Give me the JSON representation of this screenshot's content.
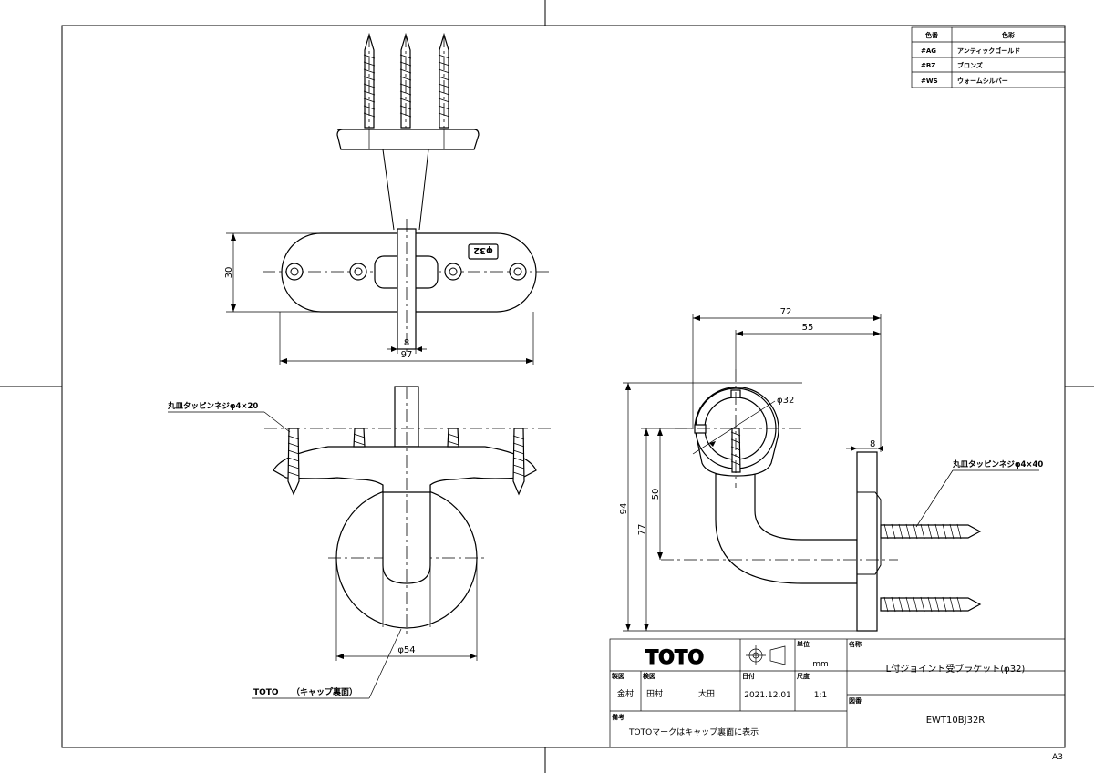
{
  "color_table": {
    "headers": [
      "色番",
      "色彩"
    ],
    "rows": [
      {
        "code": "#AG",
        "name": "アンティックゴールド"
      },
      {
        "code": "#BZ",
        "name": "ブロンズ"
      },
      {
        "code": "#WS",
        "name": "ウォームシルバー"
      }
    ]
  },
  "views": {
    "top": {
      "diameter_label": "φ32",
      "dims": {
        "height": "30",
        "width": "97",
        "slot": "8"
      }
    },
    "front": {
      "screw_callout": "丸皿タッピンネジφ4×20",
      "dims": {
        "base_diameter": "φ54"
      },
      "mark_callout": "（キャップ裏面）",
      "mark_logo": "TOTO"
    },
    "side": {
      "screw_callout": "丸皿タッピンネジφ4×40",
      "dims": {
        "w72": "72",
        "w55": "55",
        "dia": "φ32",
        "plate": "8",
        "h94": "94",
        "h77": "77",
        "h50": "50"
      }
    }
  },
  "title_block": {
    "logo": "TOTO",
    "unit_label": "単位",
    "unit": "mm",
    "name_label": "名称",
    "product_name": "L付ジョイント受ブラケット(φ32)",
    "drafter_label": "製図",
    "drafter": "金村",
    "inspector_label": "検図",
    "inspector_1": "田村",
    "inspector_2": "大田",
    "date_label": "日付",
    "date": "2021.12.01",
    "scale_label": "尺度",
    "scale": "1:1",
    "number_label": "図番",
    "part_number": "EWT10BJ32R",
    "remarks_label": "備考",
    "remarks": "TOTOマークはキャップ裏面に表示"
  },
  "sheet_size": "A3"
}
